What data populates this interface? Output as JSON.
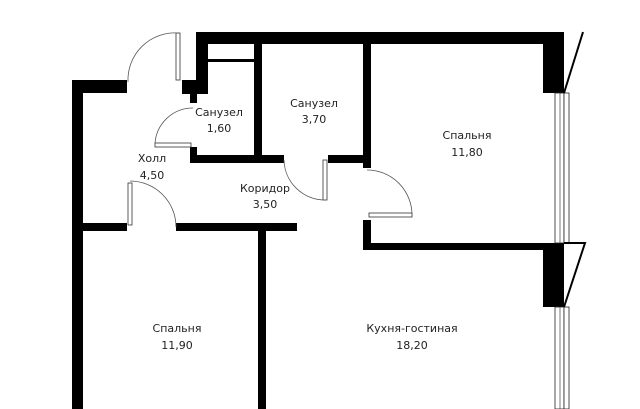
{
  "plan": {
    "rooms": [
      {
        "name": "Санузел",
        "area": "1,60"
      },
      {
        "name": "Санузел",
        "area": "3,70"
      },
      {
        "name": "Спальня",
        "area": "11,80"
      },
      {
        "name": "Холл",
        "area": "4,50"
      },
      {
        "name": "Коридор",
        "area": "3,50"
      },
      {
        "name": "Спальня",
        "area": "11,90"
      },
      {
        "name": "Кухня-гостиная",
        "area": "18,20"
      }
    ],
    "wall_color": "#000000"
  }
}
